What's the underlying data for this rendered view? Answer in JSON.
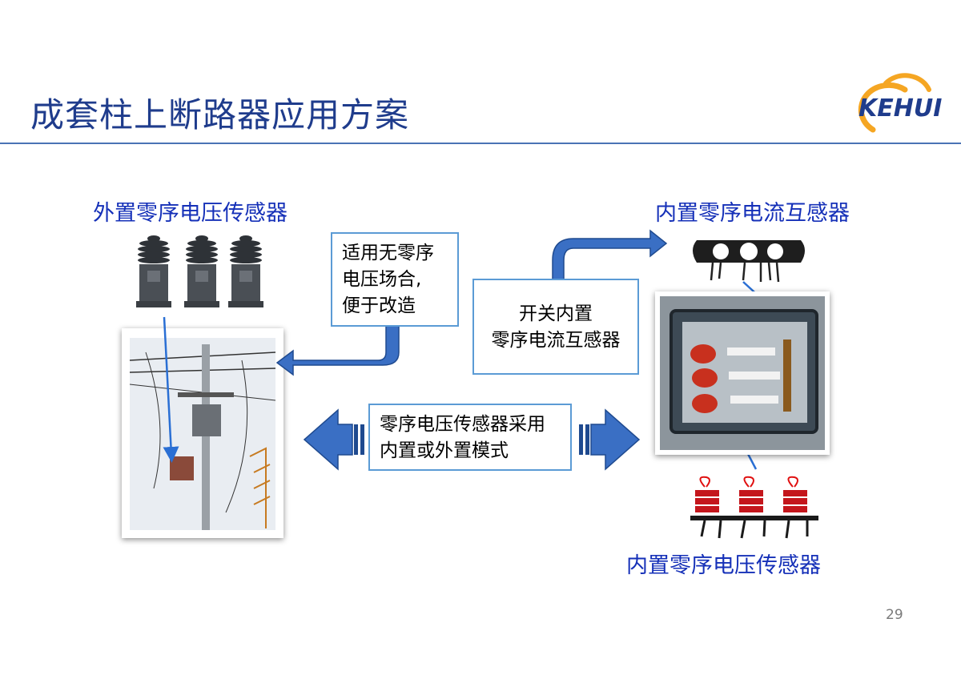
{
  "slide": {
    "title": "成套柱上断路器应用方案",
    "page_number": "29",
    "logo_text": "KEHUI"
  },
  "labels": {
    "external_sensor": "外置零序电压传感器",
    "internal_ct": "内置零序电流互感器",
    "internal_voltage_sensor": "内置零序电压传感器"
  },
  "notes": {
    "applicable": [
      "适用无零序",
      "电压场合,",
      "便于改造"
    ],
    "switch_internal": [
      "开关内置",
      "零序电流互感器"
    ],
    "mode": [
      "零序电压传感器采用",
      "内置或外置模式"
    ]
  },
  "colors": {
    "title": "#1f3c8c",
    "accent_blue": "#1530b8",
    "arrow_fill": "#3a6fc4",
    "box_border": "#5b9bd5",
    "logo_orange": "#f5a623"
  }
}
